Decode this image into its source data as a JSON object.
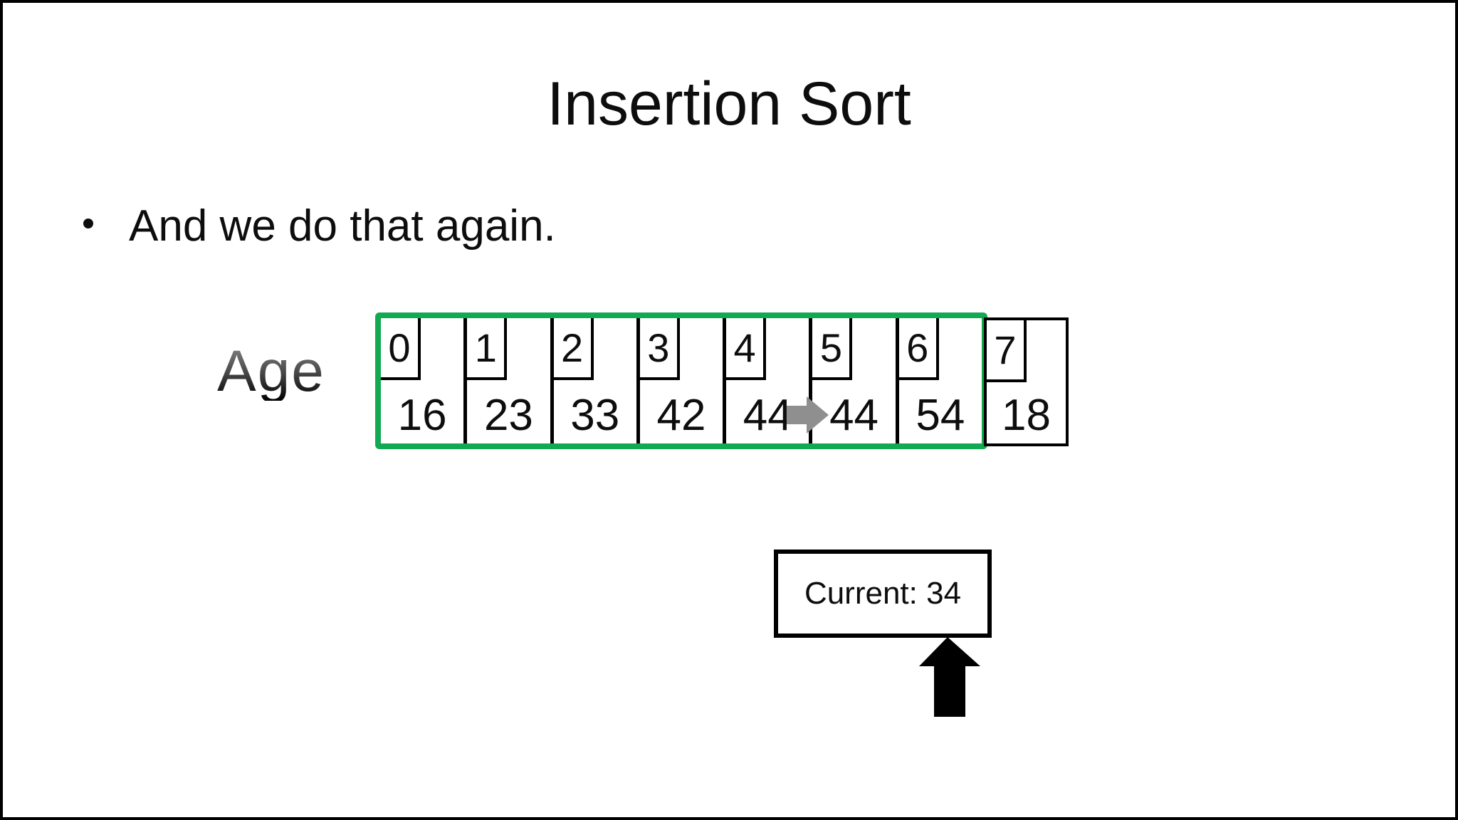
{
  "slide": {
    "title": "Insertion Sort",
    "bullet_text": "And we do that again."
  },
  "array": {
    "label": "Age",
    "cells": [
      {
        "index": "0",
        "value": "16"
      },
      {
        "index": "1",
        "value": "23"
      },
      {
        "index": "2",
        "value": "33"
      },
      {
        "index": "3",
        "value": "42"
      },
      {
        "index": "4",
        "value": "44"
      },
      {
        "index": "5",
        "value": "44"
      },
      {
        "index": "6",
        "value": "54"
      },
      {
        "index": "7",
        "value": "18"
      }
    ],
    "sorted_region": {
      "from_index": 0,
      "to_index": 6,
      "highlight_color": "#12a952"
    },
    "shift_arrow": {
      "from_index": 4,
      "to_index": 5,
      "color": "#8f8f8f"
    }
  },
  "current": {
    "text": "Current: 34",
    "pointer_color": "#000000"
  }
}
